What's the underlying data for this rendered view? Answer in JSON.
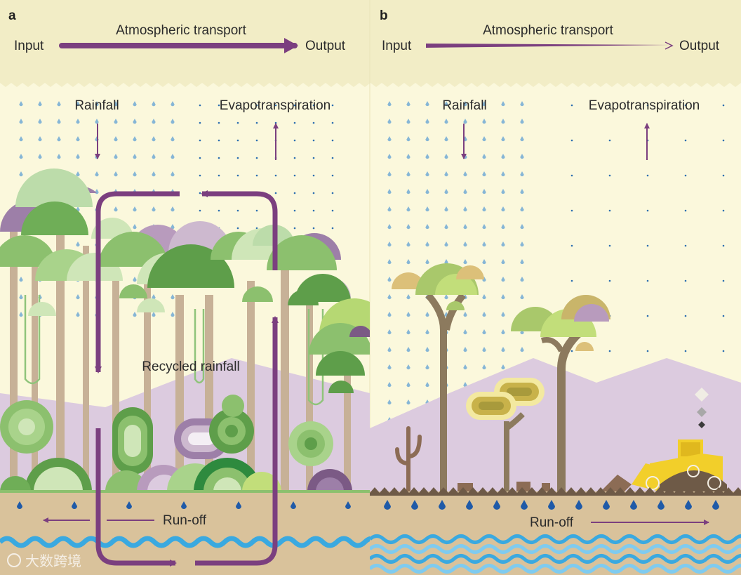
{
  "panel_a": {
    "letter": "a",
    "input": "Input",
    "transport": "Atmospheric transport",
    "output": "Output",
    "rainfall": "Rainfall",
    "evapotranspiration": "Evapotranspiration",
    "recycled": "Recycled rainfall",
    "runoff": "Run-off"
  },
  "panel_b": {
    "letter": "b",
    "input": "Input",
    "transport": "Atmospheric transport",
    "output": "Output",
    "rainfall": "Rainfall",
    "evapotranspiration": "Evapotranspiration",
    "runoff": "Run-off"
  },
  "watermark": "大数跨境",
  "colors": {
    "sky": "#fbf8dc",
    "header": "#f2edc6",
    "arrow": "#7b3f7f",
    "hills": "#dccbdf",
    "soil": "#d9c29b",
    "water": "#3aa9e0",
    "raindrop": "#86b6d6",
    "vapor": "#2d6fb0",
    "runoff_drop": "#1f5aa8",
    "bulldozer": "#f2cf2a"
  },
  "icons": [
    "raindrop-icon",
    "bulldozer-icon",
    "cactus-icon",
    "tree-stump-icon",
    "smoke-icon"
  ]
}
